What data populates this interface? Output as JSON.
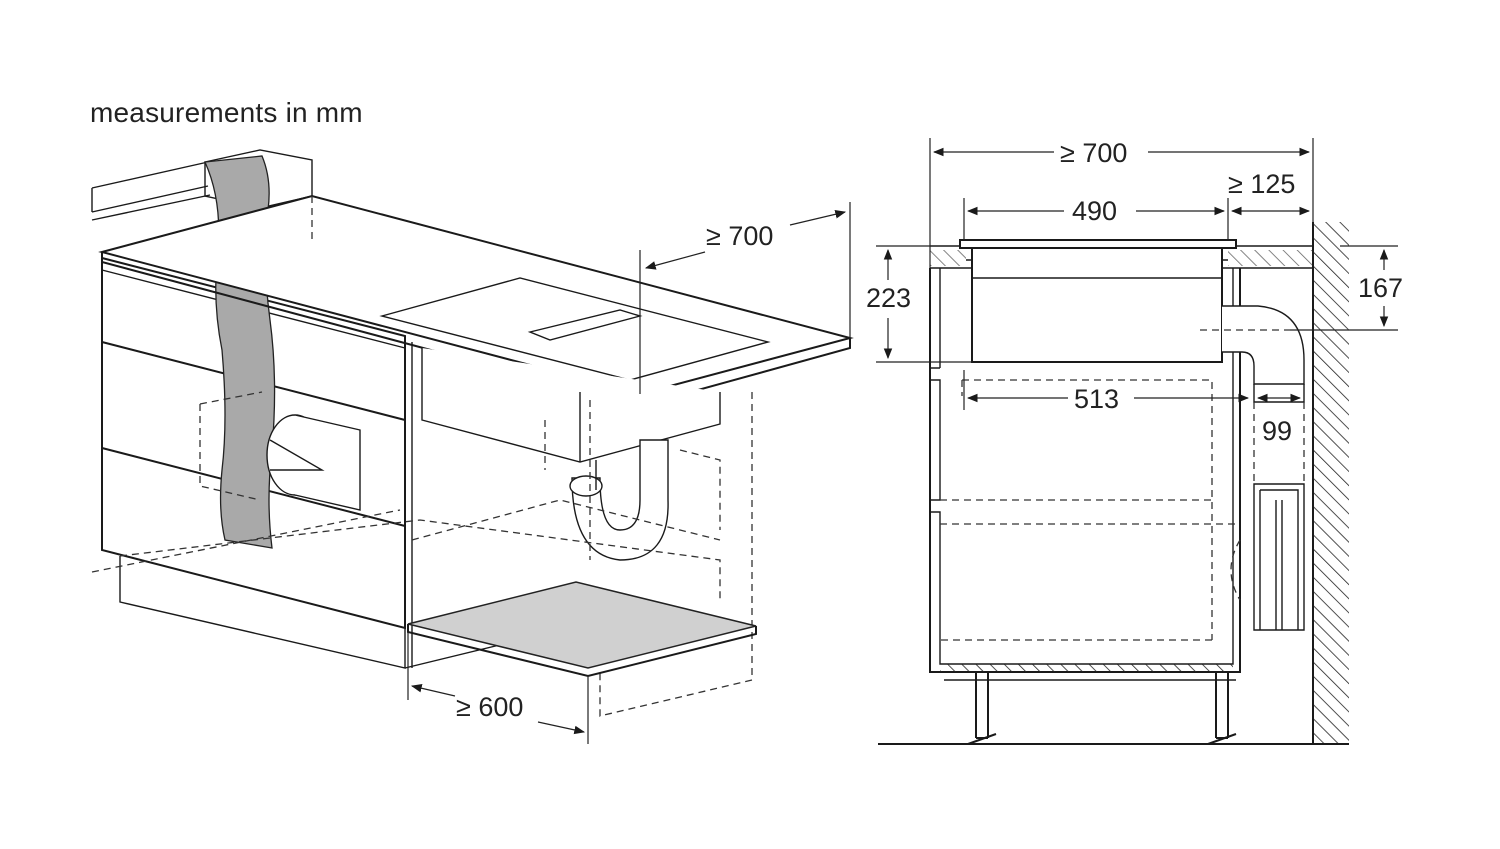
{
  "caption": "measurements in mm",
  "left_view": {
    "dim_depth": "≥ 700",
    "dim_width": "≥ 600"
  },
  "right_view": {
    "dim_total_depth": "≥ 700",
    "dim_wall_gap": "≥ 125",
    "dim_unit_depth": "490",
    "dim_height": "223",
    "dim_outlet_height": "167",
    "dim_cutout": "513",
    "dim_duct": "99"
  }
}
